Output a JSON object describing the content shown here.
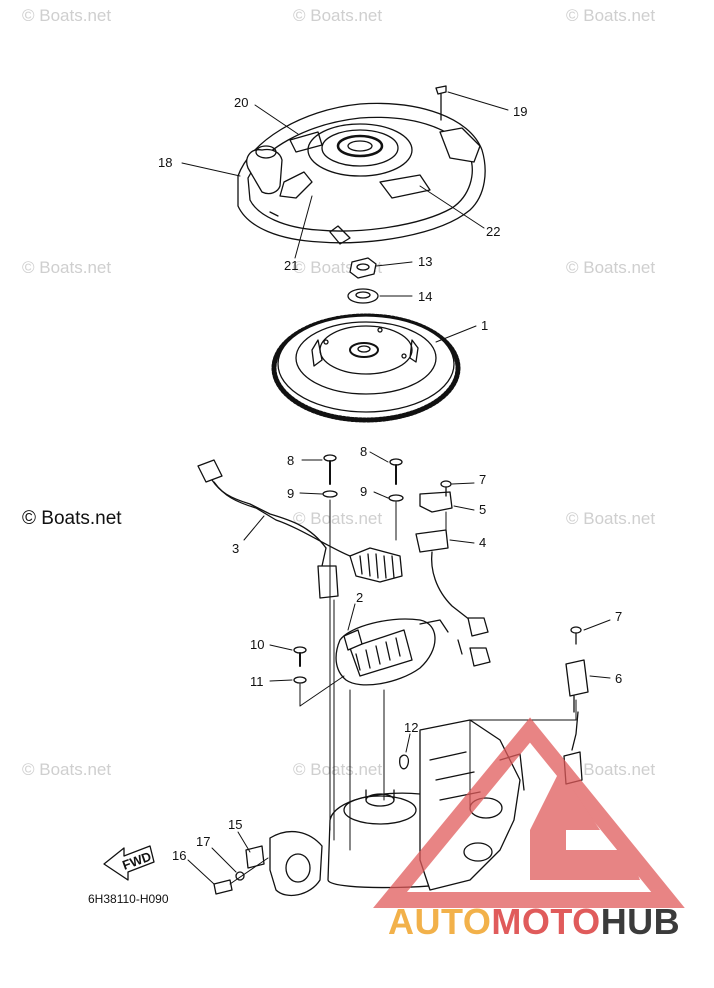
{
  "watermarks": [
    "© Boats.net",
    "© Boats.net",
    "© Boats.net",
    "© Boats.net",
    "© Boats.net",
    "© Boats.net",
    "© Boats.net",
    "© Boats.net",
    "© Boats.net",
    "© Boats.net",
    "© Boats.net"
  ],
  "main_watermark": "© Boats.net",
  "diagram_code": "6H38110-H090",
  "fwd_label": "FWD",
  "logo": {
    "part1": "AUTO",
    "part2": "MOTO",
    "part3": "HUB",
    "colors": [
      "#f2b14a",
      "#e05b5b",
      "#3b3b3b"
    ]
  },
  "callouts": [
    "1",
    "2",
    "3",
    "4",
    "5",
    "6",
    "7",
    "7",
    "8",
    "8",
    "9",
    "9",
    "10",
    "11",
    "12",
    "13",
    "14",
    "15",
    "16",
    "17",
    "18",
    "19",
    "20",
    "21",
    "22"
  ]
}
